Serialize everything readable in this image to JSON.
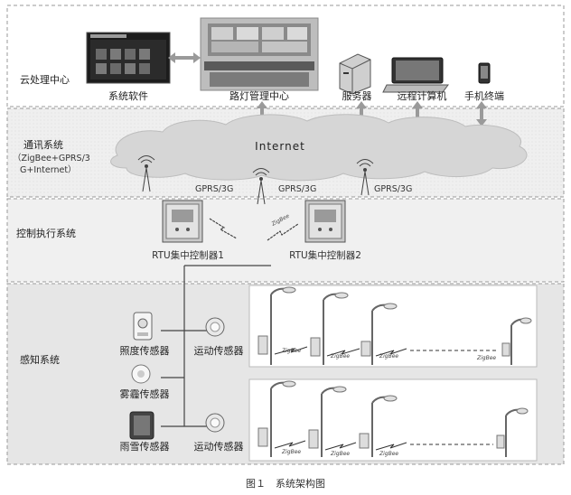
{
  "layers": {
    "cloud": "云处理中心",
    "comm": "通讯系统",
    "comm_sub1": "（ZigBee+GPRS/3",
    "comm_sub2": "G+Internet）",
    "control": "控制执行系统",
    "sense": "感知系统"
  },
  "cloud_items": {
    "software": "系统软件",
    "center": "路灯管理中心",
    "server": "服务器",
    "remote_pc": "远程计算机",
    "mobile": "手机终端"
  },
  "internet_label": "Internet",
  "gprs_label": "GPRS/3G",
  "rtu": {
    "rtu1": "RTU集中控制器1",
    "rtu2": "RTU集中控制器2",
    "link": "ZigBee"
  },
  "sensors": {
    "light": "照度传感器",
    "motion": "运动传感器",
    "fog": "雾霾传感器",
    "rain": "雨雪传感器",
    "motion2": "运动传感器"
  },
  "zigbee_label": "ZigBee",
  "caption": "图１　系统架构图",
  "colors": {
    "layer_border": "#9a9a9a",
    "layer_fill": "#f2f2f2",
    "cloud_fill": "#d9d9d9"
  }
}
